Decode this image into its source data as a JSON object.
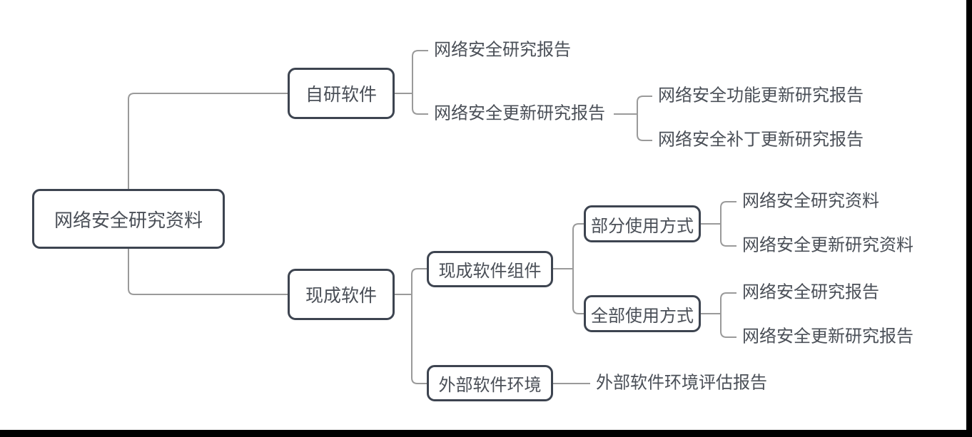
{
  "colors": {
    "box_border": "#3d4450",
    "text": "#4a4f57",
    "line": "#9a9a9a",
    "bg": "#ffffff",
    "bezel": "#000000"
  },
  "tree": {
    "label": "网络安全研究资料",
    "children": [
      {
        "label": "自研软件",
        "children": [
          {
            "label": "网络安全研究报告"
          },
          {
            "label": "网络安全更新研究报告",
            "children": [
              {
                "label": "网络安全功能更新研究报告"
              },
              {
                "label": "网络安全补丁更新研究报告"
              }
            ]
          }
        ]
      },
      {
        "label": "现成软件",
        "children": [
          {
            "label": "现成软件组件",
            "children": [
              {
                "label": "部分使用方式",
                "children": [
                  {
                    "label": "网络安全研究资料"
                  },
                  {
                    "label": "网络安全更新研究资料"
                  }
                ]
              },
              {
                "label": "全部使用方式",
                "children": [
                  {
                    "label": "网络安全研究报告"
                  },
                  {
                    "label": "网络安全更新研究报告"
                  }
                ]
              }
            ]
          },
          {
            "label": "外部软件环境",
            "children": [
              {
                "label": "外部软件环境评估报告"
              }
            ]
          }
        ]
      }
    ]
  }
}
